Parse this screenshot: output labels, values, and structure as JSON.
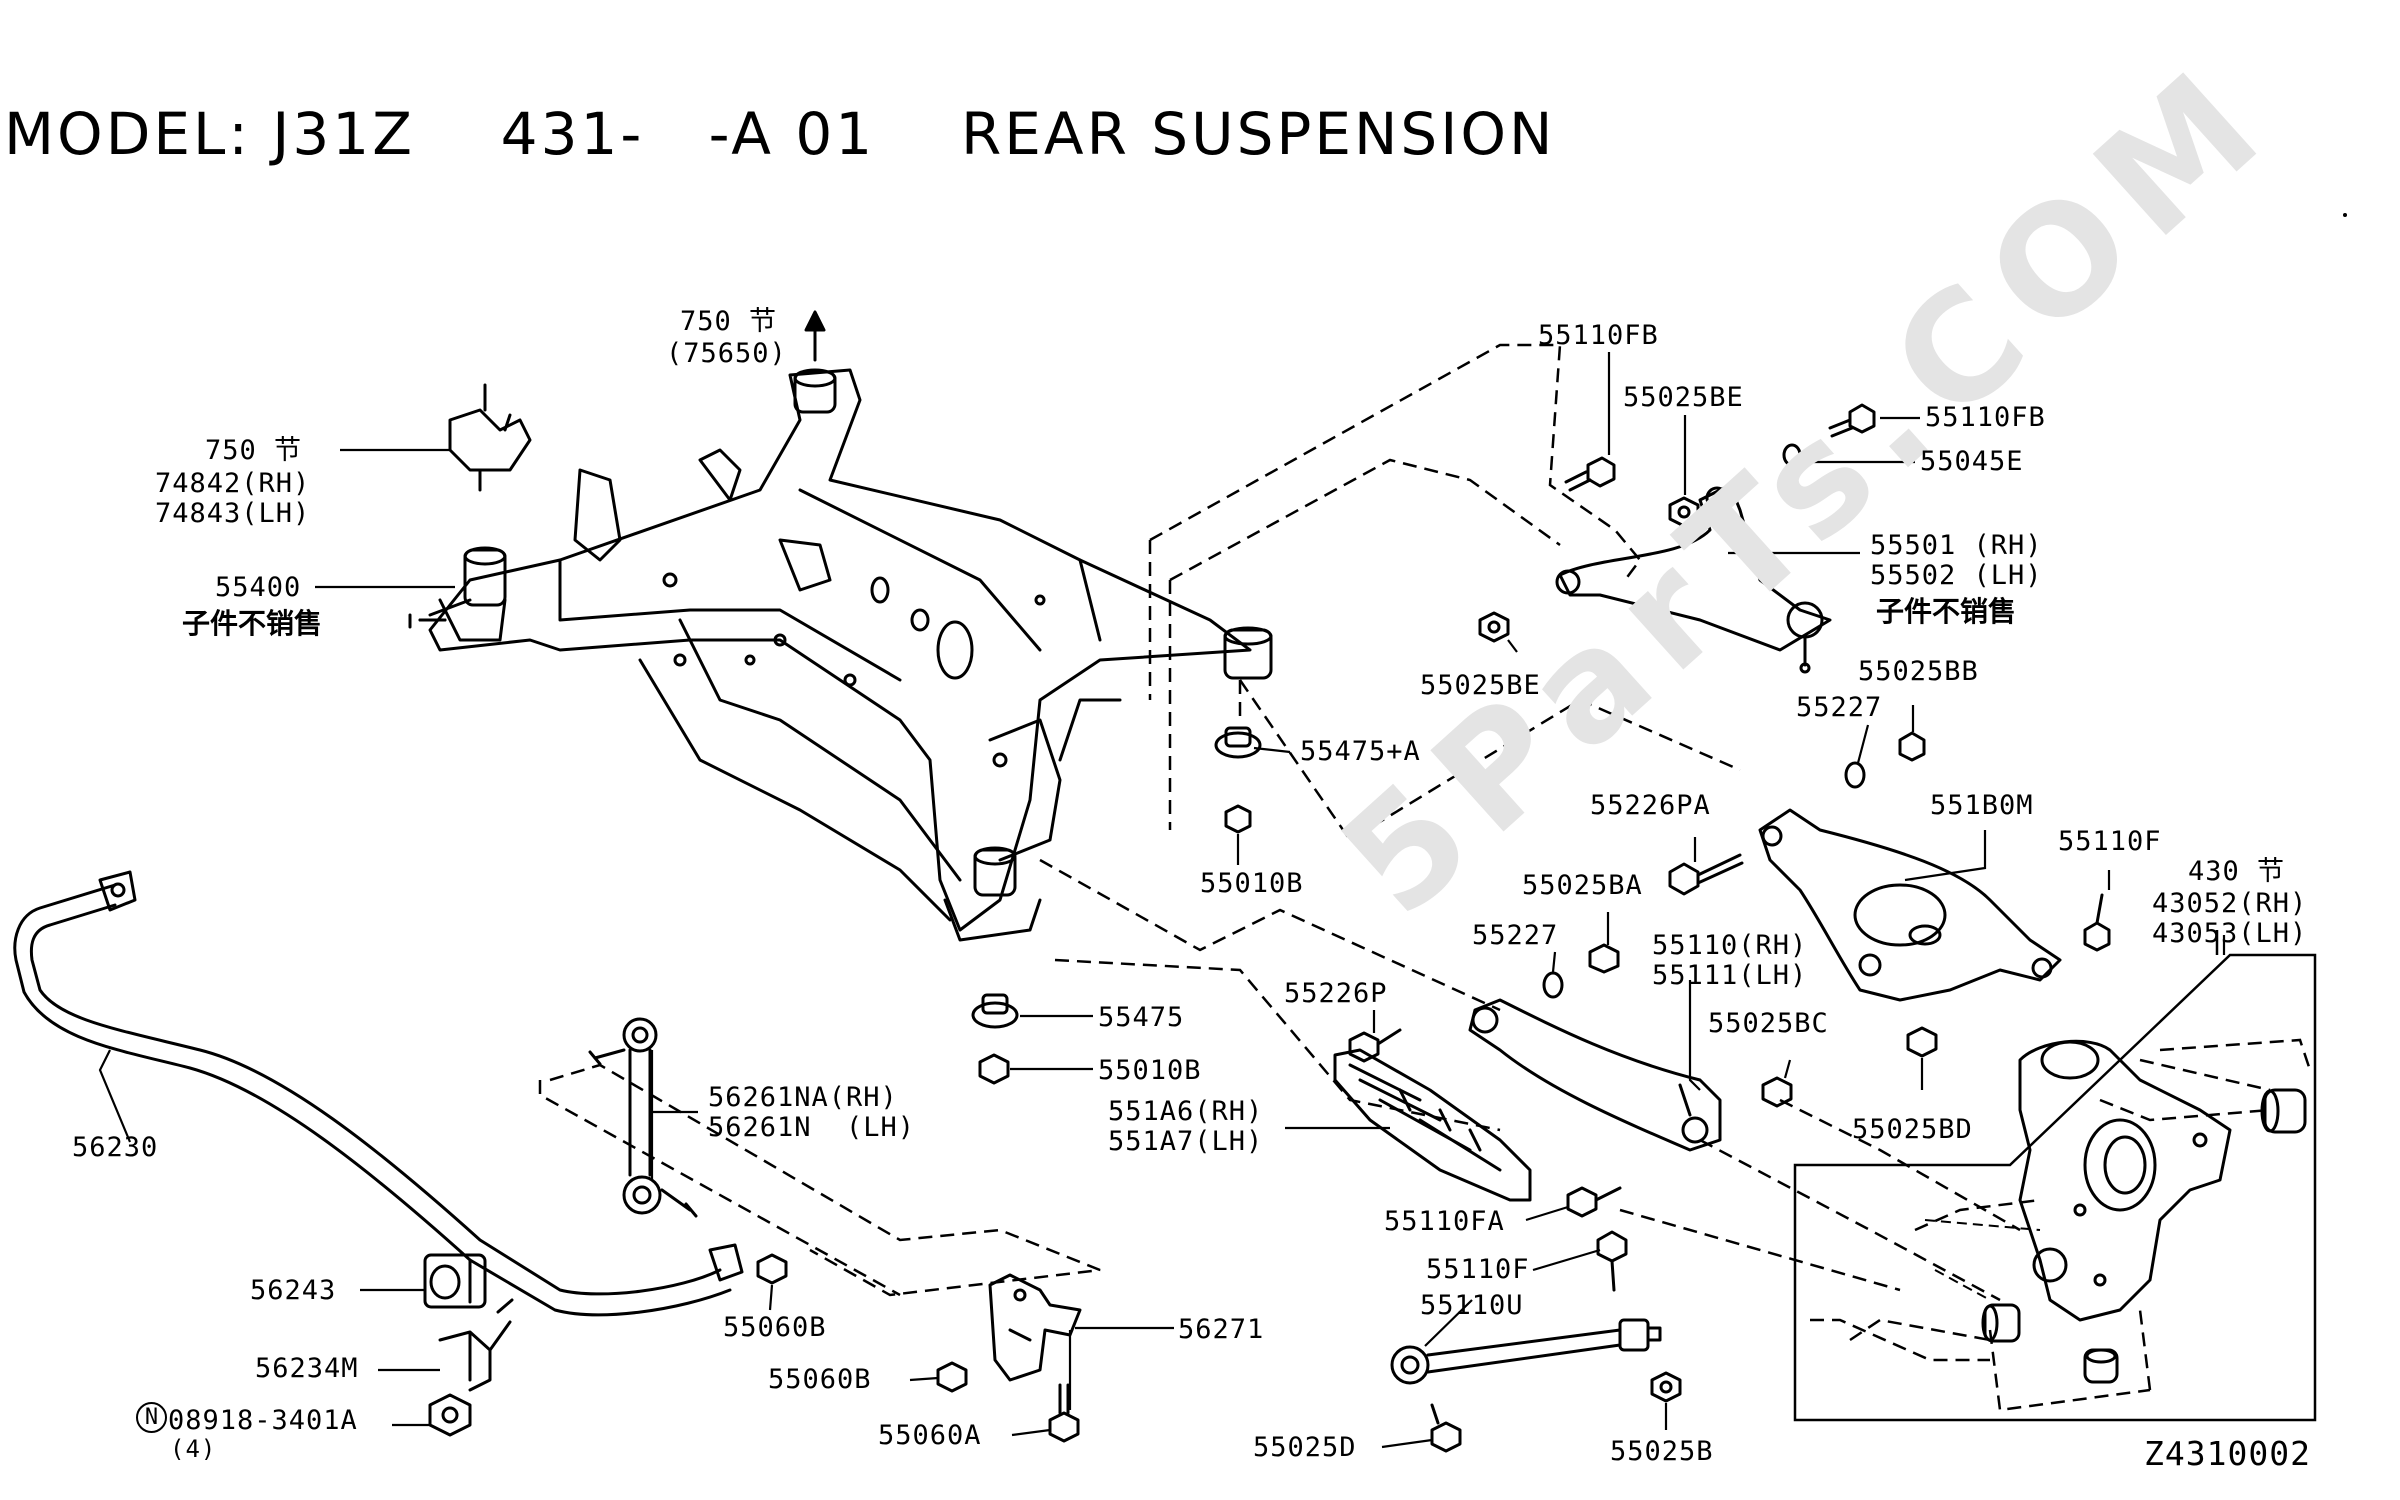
{
  "title": "MODEL: J31Z    431-   -A 01    REAR SUSPENSION",
  "diagram_code": "Z4310002",
  "watermark": "5ParTs.COM",
  "note_cn": "子件不销售",
  "labels": {
    "p750_top": "750 节",
    "p75650": "(75650)",
    "p750_left": "750 节",
    "p74842": "74842(RH)",
    "p74843": "74843(LH)",
    "p55400": "55400",
    "p55110FB_top": "55110FB",
    "p55025BE_top": "55025BE",
    "p55110FB_right": "55110FB",
    "p55045E": "55045E",
    "p55501": "55501 (RH)",
    "p55502": "55502 (LH)",
    "p55025BE_low": "55025BE",
    "p55475A": "55475+A",
    "p55010B_up": "55010B",
    "p55025BB": "55025BB",
    "p55227_up": "55227",
    "p55226PA": "55226PA",
    "p551B0M": "551B0M",
    "p55110F_right": "55110F",
    "p430": "430 节",
    "p43052": "43052(RH)",
    "p43053": "43053(LH)",
    "p55025BA": "55025BA",
    "p55227_low": "55227",
    "p55110": "55110(RH)",
    "p55111": "55111(LH)",
    "p55226P": "55226P",
    "p55025BC": "55025BC",
    "p55025BD": "55025BD",
    "p55475": "55475",
    "p55010B_low": "55010B",
    "p551A6": "551A6(RH)",
    "p551A7": "551A7(LH)",
    "p55110FA": "55110FA",
    "p55110F_low": "55110F",
    "p55110U": "55110U",
    "p55025D": "55025D",
    "p55025B": "55025B",
    "p56230": "56230",
    "p56261NA": "56261NA(RH)",
    "p56261N": "56261N  (LH)",
    "p56243": "56243",
    "p56234M": "56234M",
    "p08918": "08918-3401A",
    "p08918_qty": "(4)",
    "p08918_prefix": "N",
    "p55060B_right": "55060B",
    "p56271": "56271",
    "p55060B_left": "55060B",
    "p55060A": "55060A"
  }
}
